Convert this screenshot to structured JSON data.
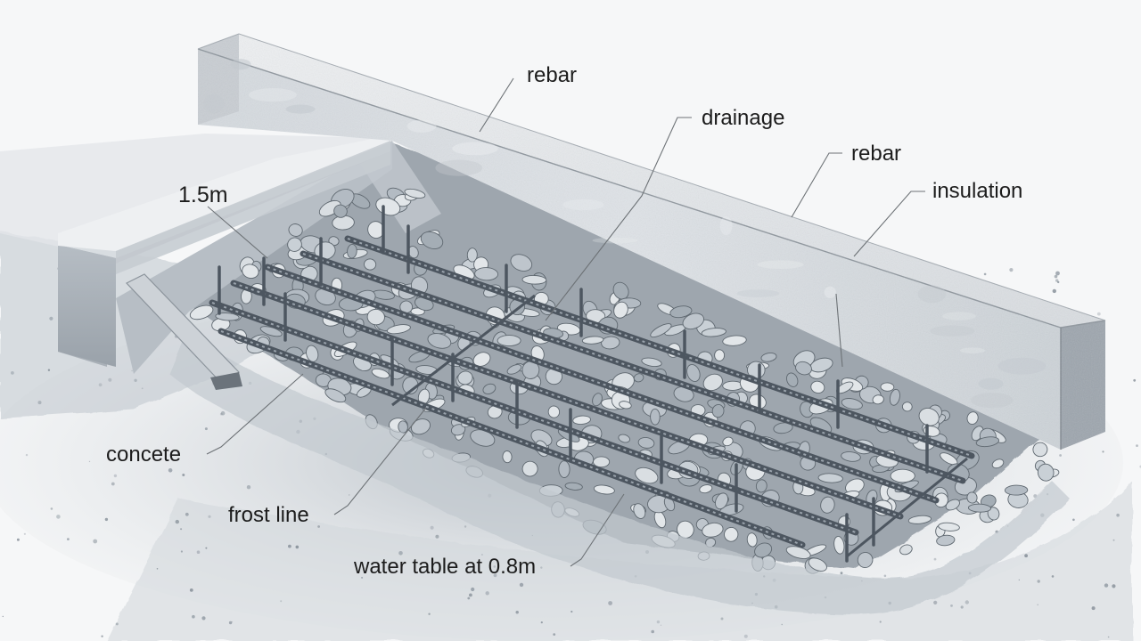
{
  "labels": {
    "rebar_top": "rebar",
    "drainage": "drainage",
    "rebar_right": "rebar",
    "insulation": "insulation",
    "depth": "1.5m",
    "concrete": "concete",
    "frost_line": "frost line",
    "water_table": "water table at 0.8m"
  },
  "colors": {
    "concrete_light": "#e4e7ea",
    "concrete_mid": "#c9ced3",
    "concrete_dark": "#a7aeb5",
    "gravel": "#b9c1c9",
    "rebar": "#4d5660",
    "soil": "#9aa4ae",
    "leader": "#6d7276"
  }
}
